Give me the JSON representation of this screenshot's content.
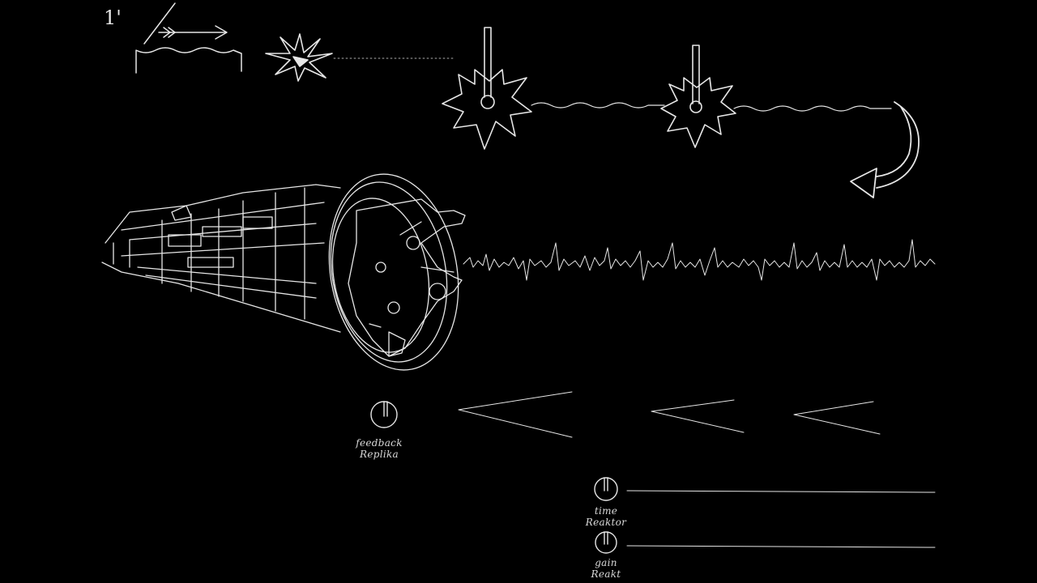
{
  "page_number": "1'",
  "colors": {
    "background": "#000000",
    "chalk": "#e6e6e6"
  },
  "knobs": [
    {
      "line1": "feedback",
      "line2": "Replika"
    },
    {
      "line1": "time",
      "line2": "Reaktor"
    },
    {
      "line1": "gain",
      "line2": "Reakt"
    }
  ],
  "icons": [
    "arrow-icon",
    "starburst-icon",
    "star-valve-icon",
    "curved-return-arrow-icon",
    "knob-icon",
    "engine-drawing"
  ]
}
